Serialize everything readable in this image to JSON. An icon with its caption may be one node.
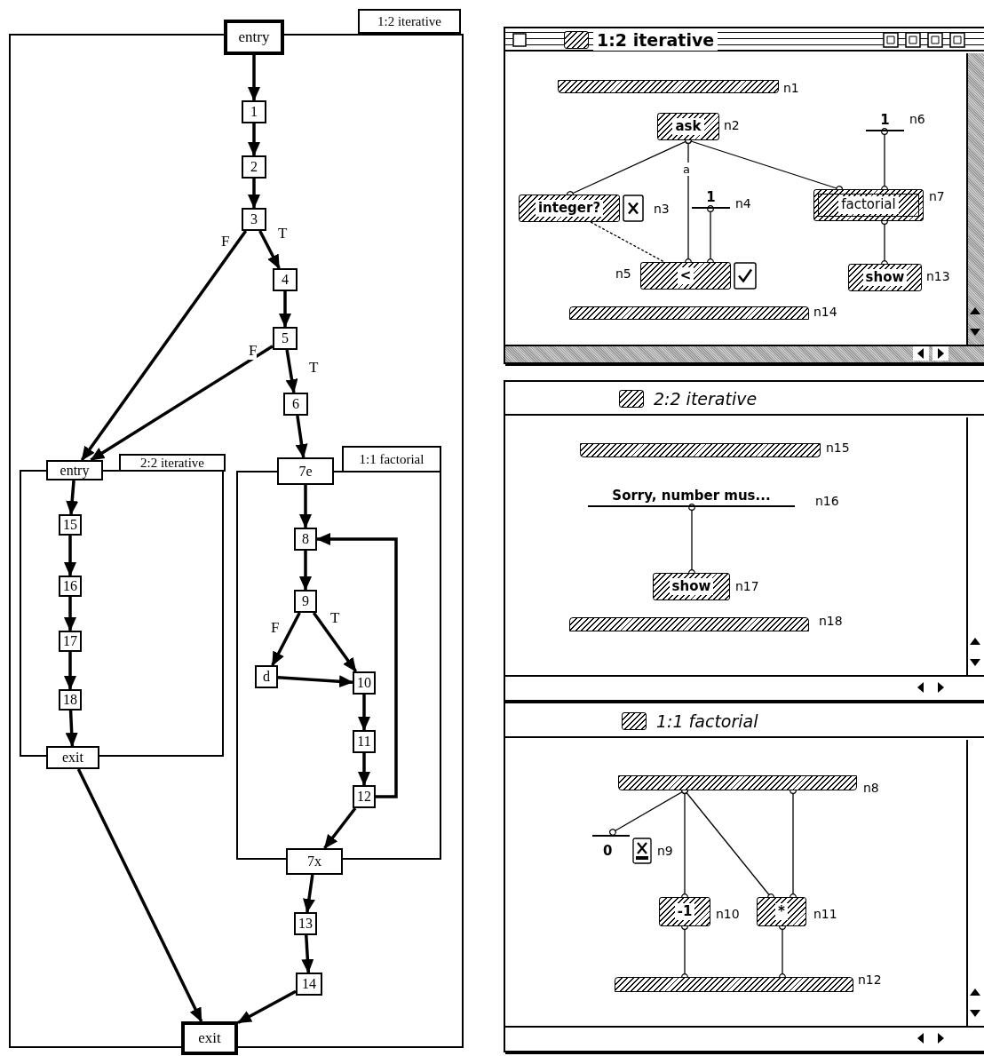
{
  "diagram": {
    "nodes": [
      {
        "text": [
          "1:2 iterative"
        ]
      },
      {
        "text": [
          "entry"
        ]
      },
      {
        "text": [
          "1"
        ],
        "in": 0
      },
      {
        "text": [
          "2"
        ],
        "in": 0
      },
      {
        "text": [
          "3"
        ],
        "in": 0
      },
      {
        "text": [
          "4"
        ],
        "in": 0
      },
      {
        "text": [
          "5"
        ],
        "in": 0
      },
      {
        "text": [
          "6"
        ],
        "in": 0
      },
      {
        "text": [
          "2:2 iterative"
        ],
        "in": 0
      },
      {
        "text": [
          "entry"
        ],
        "in": 0
      },
      {
        "text": [
          "15"
        ],
        "in": 8
      },
      {
        "text": [
          "16"
        ],
        "in": 8
      },
      {
        "text": [
          "17"
        ],
        "in": 8
      },
      {
        "text": [
          "18"
        ],
        "in": 8
      },
      {
        "text": [
          "exit"
        ],
        "in": 0
      },
      {
        "text": [
          "1:1 factorial"
        ],
        "in": 0
      },
      {
        "text": [
          "7e"
        ],
        "in": 0
      },
      {
        "text": [
          "8"
        ],
        "in": 15
      },
      {
        "text": [
          "9"
        ],
        "in": 15
      },
      {
        "text": [
          "d"
        ],
        "in": 15
      },
      {
        "text": [
          "10"
        ],
        "in": 15
      },
      {
        "text": [
          "11"
        ],
        "in": 15
      },
      {
        "text": [
          "12"
        ],
        "in": 15
      },
      {
        "text": [
          "7x"
        ],
        "in": 0
      },
      {
        "text": [
          "13"
        ],
        "in": 0
      },
      {
        "text": [
          "14"
        ],
        "in": 0
      },
      {
        "text": [
          "exit"
        ]
      },
      {
        "text": [
          "1:2 iterative"
        ]
      },
      {
        "text": [],
        "shape": "bar",
        "in": 27,
        "beside": [
          "n1"
        ]
      },
      {
        "text": [
          "ask"
        ],
        "in": 27,
        "beside": [
          "n2"
        ]
      },
      {
        "text": [
          "1"
        ],
        "in": 27,
        "beside": [
          "n6"
        ]
      },
      {
        "text": [
          "integer?"
        ],
        "in": 27,
        "beside": [
          "n3"
        ]
      },
      {
        "text": [
          "1"
        ],
        "in": 27,
        "beside": [
          "n4"
        ]
      },
      {
        "text": [
          "factorial"
        ],
        "in": 27,
        "beside": [
          "n7"
        ]
      },
      {
        "text": [
          "<"
        ],
        "in": 27,
        "beside": [
          "n5"
        ]
      },
      {
        "text": [
          "show"
        ],
        "in": 27,
        "beside": [
          "n13"
        ]
      },
      {
        "text": [],
        "shape": "bar",
        "in": 27,
        "beside": [
          "n14"
        ]
      },
      {
        "text": [
          "2:2 iterative"
        ]
      },
      {
        "text": [],
        "shape": "bar",
        "in": 37,
        "beside": [
          "n15"
        ]
      },
      {
        "text": [
          "Sorry, number mus..."
        ],
        "in": 37,
        "beside": [
          "n16"
        ]
      },
      {
        "text": [
          "show"
        ],
        "in": 37,
        "beside": [
          "n17"
        ]
      },
      {
        "text": [],
        "shape": "bar",
        "in": 37,
        "beside": [
          "n18"
        ]
      },
      {
        "text": [
          "1:1 factorial"
        ]
      },
      {
        "text": [],
        "shape": "bar",
        "in": 42,
        "beside": [
          "n8"
        ]
      },
      {
        "text": [
          "0"
        ],
        "in": 42,
        "beside": [
          "n9"
        ]
      },
      {
        "text": [
          "-1"
        ],
        "in": 42,
        "beside": [
          "n10"
        ]
      },
      {
        "text": [
          "*"
        ],
        "in": 42,
        "beside": [
          "n11"
        ]
      },
      {
        "text": [],
        "shape": "bar",
        "in": 42,
        "beside": [
          "n12"
        ]
      }
    ],
    "edges": [
      {
        "from": 1,
        "to": 2,
        "arrow": "to"
      },
      {
        "from": 2,
        "to": 3,
        "arrow": "to"
      },
      {
        "from": 3,
        "to": 4,
        "arrow": "to"
      },
      {
        "from": 4,
        "to": 5,
        "arrow": "to",
        "label": "T"
      },
      {
        "from": 4,
        "to": 9,
        "arrow": "to",
        "label": "F"
      },
      {
        "from": 5,
        "to": 6,
        "arrow": "to"
      },
      {
        "from": 6,
        "to": 7,
        "arrow": "to",
        "label": "T"
      },
      {
        "from": 6,
        "to": 9,
        "arrow": "to",
        "label": "F"
      },
      {
        "from": 7,
        "to": 16,
        "arrow": "to"
      },
      {
        "from": 9,
        "to": 10,
        "arrow": "to"
      },
      {
        "from": 10,
        "to": 11,
        "arrow": "to"
      },
      {
        "from": 11,
        "to": 12,
        "arrow": "to"
      },
      {
        "from": 12,
        "to": 13,
        "arrow": "to"
      },
      {
        "from": 13,
        "to": 14,
        "arrow": "to"
      },
      {
        "from": 14,
        "to": 26,
        "arrow": "to"
      },
      {
        "from": 16,
        "to": 17,
        "arrow": "to"
      },
      {
        "from": 17,
        "to": 18,
        "arrow": "to"
      },
      {
        "from": 18,
        "to": 19,
        "arrow": "to",
        "label": "F"
      },
      {
        "from": 18,
        "to": 20,
        "arrow": "to",
        "label": "T"
      },
      {
        "from": 19,
        "to": 20,
        "arrow": "to"
      },
      {
        "from": 20,
        "to": 21,
        "arrow": "to"
      },
      {
        "from": 21,
        "to": 22,
        "arrow": "to"
      },
      {
        "from": 22,
        "to": 17,
        "arrow": "to"
      },
      {
        "from": 22,
        "to": 23,
        "arrow": "to"
      },
      {
        "from": 23,
        "to": 24,
        "arrow": "to"
      },
      {
        "from": 24,
        "to": 25,
        "arrow": "to"
      },
      {
        "from": 25,
        "to": 26,
        "arrow": "to"
      },
      {
        "from": 29,
        "to": 31,
        "arrow": "other"
      },
      {
        "from": 29,
        "to": 34,
        "arrow": "other",
        "label": "a"
      },
      {
        "from": 29,
        "to": 33,
        "arrow": "other"
      },
      {
        "from": 32,
        "to": 34,
        "arrow": "other"
      },
      {
        "from": 30,
        "to": 33,
        "arrow": "other"
      },
      {
        "from": 33,
        "to": 35,
        "arrow": "other"
      },
      {
        "from": 31,
        "to": 34,
        "arrow": "none",
        "style": "dashed"
      },
      {
        "from": 39,
        "to": 40,
        "arrow": "other"
      },
      {
        "from": 43,
        "to": 44,
        "arrow": "other"
      },
      {
        "from": 43,
        "to": 45,
        "arrow": "other"
      },
      {
        "from": 43,
        "to": 46,
        "arrow": "other"
      },
      {
        "from": 43,
        "to": 46,
        "arrow": "other"
      },
      {
        "from": 45,
        "to": 47,
        "arrow": "other"
      },
      {
        "from": 46,
        "to": 47,
        "arrow": "other"
      }
    ]
  }
}
